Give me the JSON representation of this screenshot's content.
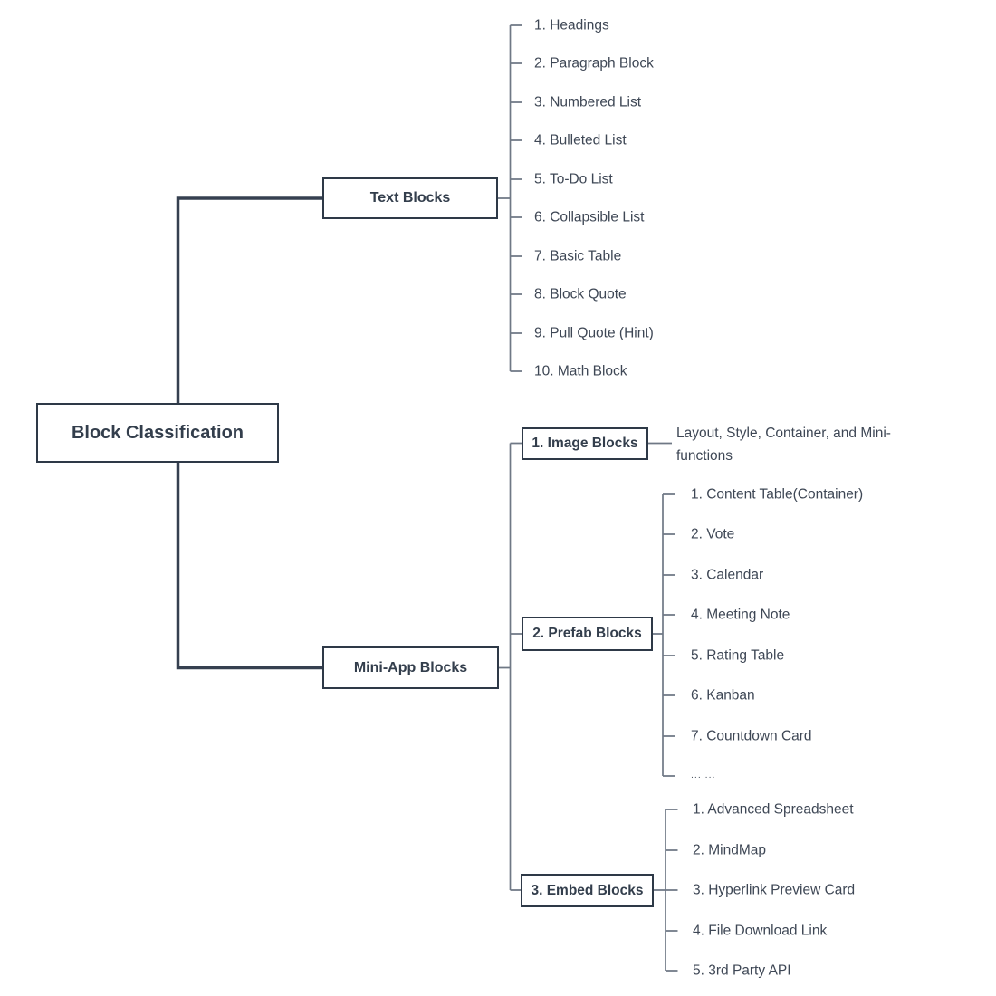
{
  "mindmap": {
    "root_label": "Block Classification",
    "text_blocks": {
      "label": "Text Blocks",
      "items": [
        "1. Headings",
        "2. Paragraph Block",
        "3. Numbered List",
        "4. Bulleted List",
        "5. To-Do List",
        "6. Collapsible List",
        "7. Basic Table",
        "8. Block Quote",
        "9. Pull Quote (Hint)",
        "10. Math Block"
      ]
    },
    "mini_app_blocks": {
      "label": "Mini-App Blocks",
      "image_blocks": {
        "label": "1. Image Blocks",
        "note": "Layout, Style, Container, and Mini-functions"
      },
      "prefab_blocks": {
        "label": "2. Prefab Blocks",
        "items": [
          "1. Content Table(Container)",
          "2. Vote",
          "3. Calendar",
          "4. Meeting Note",
          "5. Rating Table",
          "6. Kanban",
          "7. Countdown Card",
          "... ..."
        ]
      },
      "embed_blocks": {
        "label": "3. Embed Blocks",
        "items": [
          "1. Advanced Spreadsheet",
          "2. MindMap",
          "3. Hyperlink Preview Card",
          "4. File Download Link",
          "5. 3rd Party API"
        ]
      }
    },
    "colors": {
      "background": "#ffffff",
      "node_border": "#2e3947",
      "node_text": "#333e4c",
      "item_text": "#3e4755",
      "connector_primary": "#364050",
      "connector_secondary": "#6f7885"
    }
  }
}
